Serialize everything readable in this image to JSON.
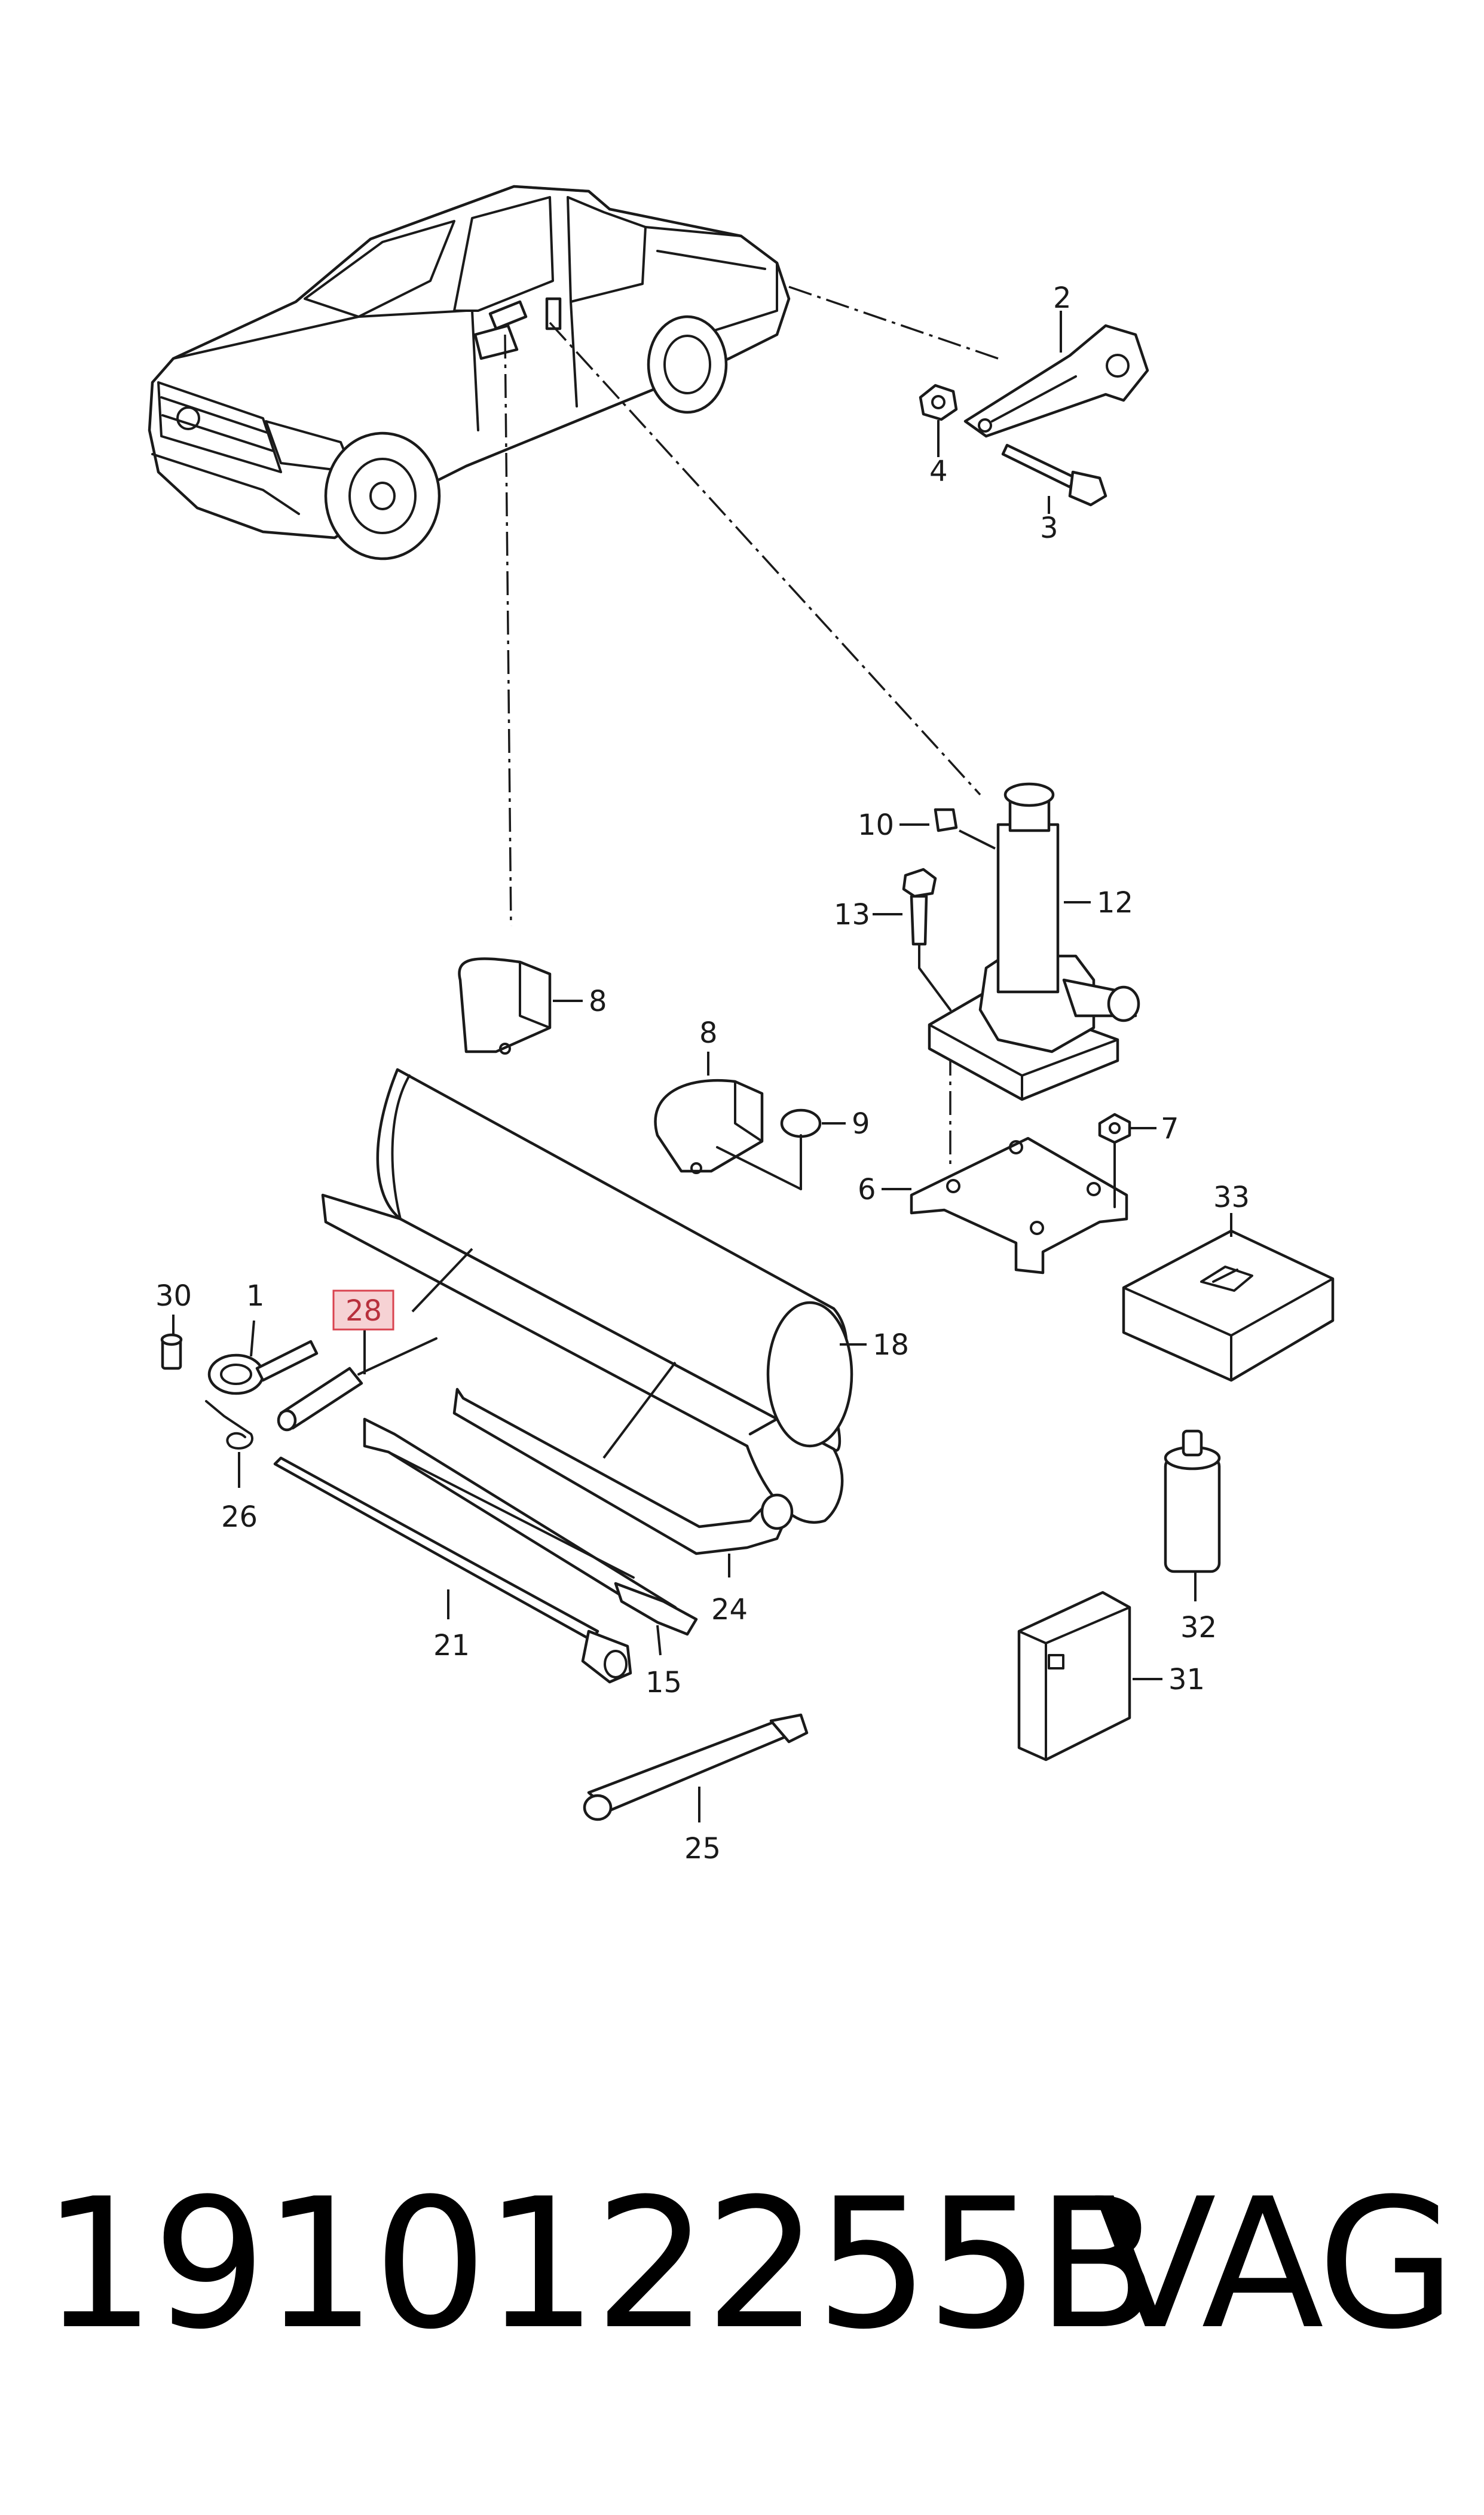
{
  "diagram": {
    "callouts": [
      {
        "id": "c2",
        "label": "2"
      },
      {
        "id": "c3",
        "label": "3"
      },
      {
        "id": "c4",
        "label": "4"
      },
      {
        "id": "c10",
        "label": "10"
      },
      {
        "id": "c12",
        "label": "12"
      },
      {
        "id": "c13",
        "label": "13"
      },
      {
        "id": "c8a",
        "label": "8"
      },
      {
        "id": "c8b",
        "label": "8"
      },
      {
        "id": "c9",
        "label": "9"
      },
      {
        "id": "c7",
        "label": "7"
      },
      {
        "id": "c6",
        "label": "6"
      },
      {
        "id": "c33",
        "label": "33"
      },
      {
        "id": "c18",
        "label": "18"
      },
      {
        "id": "c30",
        "label": "30"
      },
      {
        "id": "c1",
        "label": "1"
      },
      {
        "id": "c28",
        "label": "28",
        "highlighted": true
      },
      {
        "id": "c26",
        "label": "26"
      },
      {
        "id": "c21",
        "label": "21"
      },
      {
        "id": "c15",
        "label": "15"
      },
      {
        "id": "c24",
        "label": "24"
      },
      {
        "id": "c32",
        "label": "32"
      },
      {
        "id": "c31",
        "label": "31"
      },
      {
        "id": "c25",
        "label": "25"
      }
    ],
    "highlight_color": "#f6d2d4",
    "highlight_border": "#d9434f"
  },
  "footer": {
    "part_number": "191012255B",
    "brand": "VAG"
  }
}
